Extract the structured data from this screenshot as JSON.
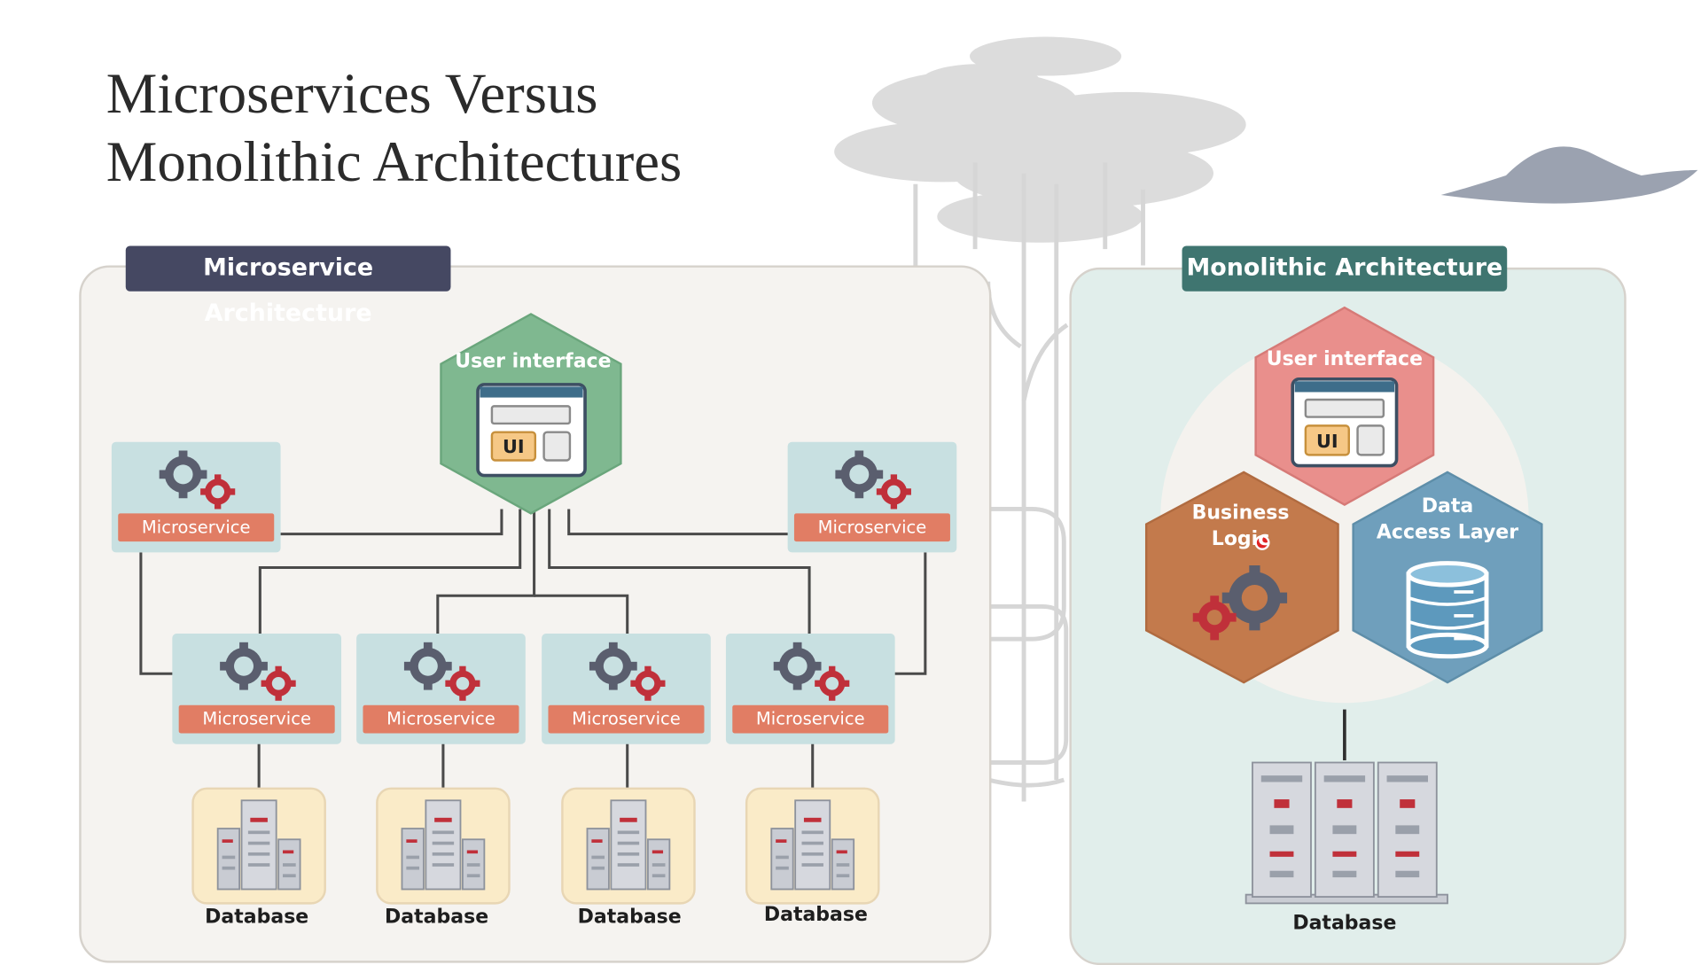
{
  "title": {
    "line1": "Microservices Versus",
    "line2": "Monolithic Architectures"
  },
  "microservice_panel": {
    "heading": "Microservice Architecture",
    "ui_label": "User interface",
    "ui_badge": "UI",
    "service_label": "Microservice",
    "database_label": "Database"
  },
  "monolithic_panel": {
    "heading": "Monolithic Architecture",
    "ui_label": "User interface",
    "ui_badge": "UI",
    "business_logic_label": "Business Logic",
    "data_layer_line1": "Data",
    "data_layer_line2": "Access Layer",
    "database_label": "Database"
  },
  "colors": {
    "microservice_heading": "#454862",
    "monolithic_heading": "#3f7570",
    "ui_hex_green": "#7fb890",
    "ui_hex_pink": "#e98f8c",
    "business_hex": "#c37a4c",
    "data_hex": "#6f9fbc",
    "service_bar": "#e17d64",
    "database_tile": "#faebc8"
  }
}
